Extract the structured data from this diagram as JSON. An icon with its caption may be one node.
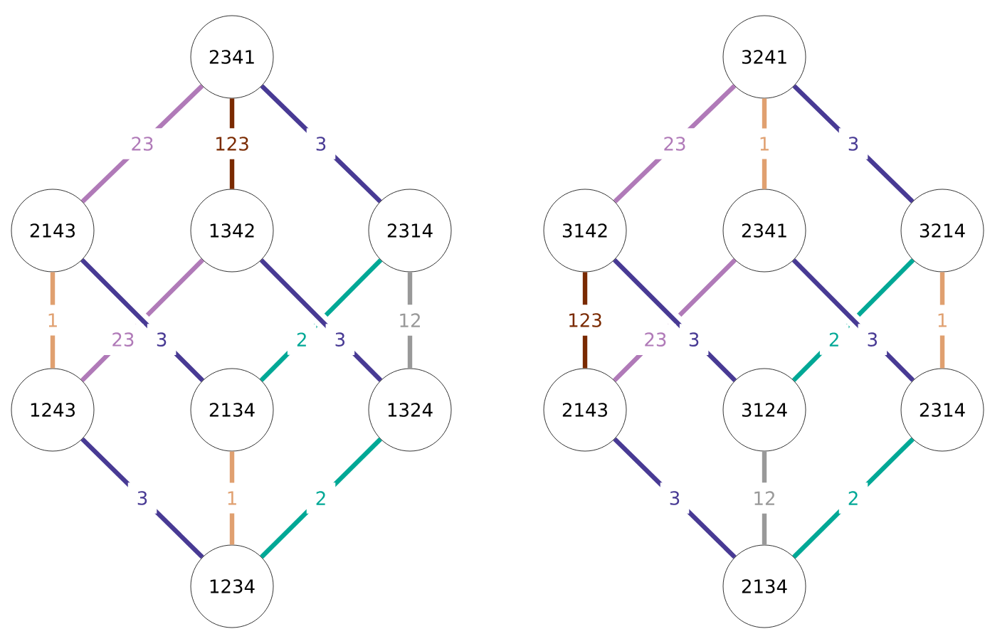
{
  "diagram": {
    "nodes": [
      {
        "text": [
          "2341"
        ]
      },
      {
        "text": [
          "2143"
        ]
      },
      {
        "text": [
          "1342"
        ]
      },
      {
        "text": [
          "2314"
        ]
      },
      {
        "text": [
          "1243"
        ]
      },
      {
        "text": [
          "2134"
        ]
      },
      {
        "text": [
          "1324"
        ]
      },
      {
        "text": [
          "1234"
        ]
      },
      {
        "text": [
          "3241"
        ]
      },
      {
        "text": [
          "3142"
        ]
      },
      {
        "text": [
          "2341"
        ]
      },
      {
        "text": [
          "3214"
        ]
      },
      {
        "text": [
          "2143"
        ]
      },
      {
        "text": [
          "3124"
        ]
      },
      {
        "text": [
          "2314"
        ]
      },
      {
        "text": [
          "2134"
        ]
      }
    ],
    "edges": [
      {
        "from": 0,
        "to": 1,
        "arrow": "none",
        "label": "23",
        "color": "#b07ab8"
      },
      {
        "from": 0,
        "to": 2,
        "arrow": "none",
        "label": "123",
        "color": "#7a2a00"
      },
      {
        "from": 0,
        "to": 3,
        "arrow": "none",
        "label": "3",
        "color": "#483a94"
      },
      {
        "from": 1,
        "to": 4,
        "arrow": "none",
        "label": "1",
        "color": "#e0a070"
      },
      {
        "from": 1,
        "to": 5,
        "arrow": "none",
        "label": "3",
        "color": "#483a94"
      },
      {
        "from": 2,
        "to": 4,
        "arrow": "none",
        "label": "23",
        "color": "#b07ab8"
      },
      {
        "from": 2,
        "to": 6,
        "arrow": "none",
        "label": "3",
        "color": "#483a94"
      },
      {
        "from": 3,
        "to": 5,
        "arrow": "none",
        "label": "2",
        "color": "#00a896"
      },
      {
        "from": 3,
        "to": 6,
        "arrow": "none",
        "label": "12",
        "color": "#999999"
      },
      {
        "from": 4,
        "to": 7,
        "arrow": "none",
        "label": "3",
        "color": "#483a94"
      },
      {
        "from": 5,
        "to": 7,
        "arrow": "none",
        "label": "1",
        "color": "#e0a070"
      },
      {
        "from": 6,
        "to": 7,
        "arrow": "none",
        "label": "2",
        "color": "#00a896"
      },
      {
        "from": 8,
        "to": 9,
        "arrow": "none",
        "label": "23",
        "color": "#b07ab8"
      },
      {
        "from": 8,
        "to": 10,
        "arrow": "none",
        "label": "1",
        "color": "#e0a070"
      },
      {
        "from": 8,
        "to": 11,
        "arrow": "none",
        "label": "3",
        "color": "#483a94"
      },
      {
        "from": 9,
        "to": 12,
        "arrow": "none",
        "label": "123",
        "color": "#7a2a00"
      },
      {
        "from": 9,
        "to": 13,
        "arrow": "none",
        "label": "3",
        "color": "#483a94"
      },
      {
        "from": 10,
        "to": 12,
        "arrow": "none",
        "label": "23",
        "color": "#b07ab8"
      },
      {
        "from": 10,
        "to": 14,
        "arrow": "none",
        "label": "3",
        "color": "#483a94"
      },
      {
        "from": 11,
        "to": 13,
        "arrow": "none",
        "label": "2",
        "color": "#00a896"
      },
      {
        "from": 11,
        "to": 14,
        "arrow": "none",
        "label": "1",
        "color": "#e0a070"
      },
      {
        "from": 12,
        "to": 15,
        "arrow": "none",
        "label": "3",
        "color": "#483a94"
      },
      {
        "from": 13,
        "to": 15,
        "arrow": "none",
        "label": "12",
        "color": "#999999"
      },
      {
        "from": 14,
        "to": 15,
        "arrow": "none",
        "label": "2",
        "color": "#00a896"
      }
    ]
  }
}
